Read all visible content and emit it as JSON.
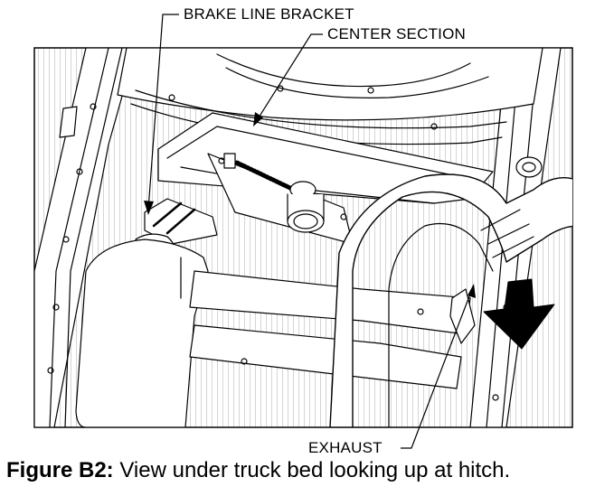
{
  "labels": {
    "brake_line_bracket": "BRAKE LINE BRACKET",
    "center_section": "CENTER SECTION",
    "exhaust": "EXHAUST"
  },
  "caption": {
    "figure_number": "Figure B2:",
    "text": " View under truck bed looking up at hitch."
  }
}
